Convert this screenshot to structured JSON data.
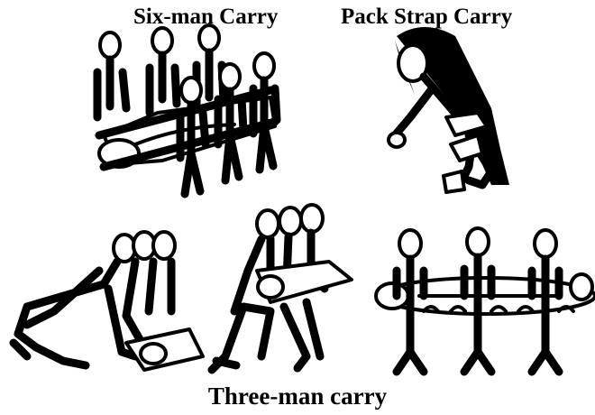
{
  "captions": {
    "six_man": "Six-man Carry",
    "pack_strap": "Pack Strap Carry",
    "three_man": "Three-man carry"
  },
  "colors": {
    "ink": "#000000",
    "background": "#ffffff"
  }
}
